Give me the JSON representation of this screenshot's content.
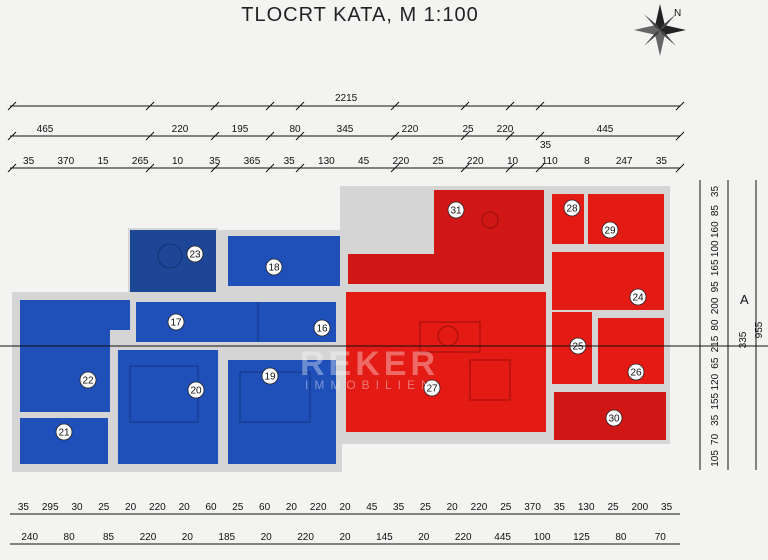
{
  "title": "TLOCRT KATA, M 1:100",
  "watermark": {
    "brand": "REKER",
    "sub": "IMMOBILIEN"
  },
  "compass_label": "N",
  "section_marker": "A",
  "top_dims": {
    "total": "2215",
    "row1": [
      "465",
      "220",
      "195",
      "80",
      "345",
      "220",
      "25",
      "220",
      "445"
    ],
    "row1_extra": "35",
    "row2": [
      "35",
      "370",
      "15",
      "265",
      "10",
      "35",
      "365",
      "35",
      "130",
      "45",
      "220",
      "25",
      "220",
      "10",
      "110",
      "8",
      "247",
      "35"
    ]
  },
  "bottom_dims": {
    "row1": [
      "35",
      "295",
      "30",
      "25",
      "20",
      "220",
      "20",
      "60",
      "25",
      "60",
      "20",
      "220",
      "20",
      "45",
      "35",
      "25",
      "20",
      "220",
      "25",
      "370",
      "35",
      "130",
      "25",
      "200",
      "35"
    ],
    "row2": [
      "240",
      "80",
      "85",
      "220",
      "20",
      "185",
      "20",
      "220",
      "20",
      "145",
      "20",
      "220",
      "445",
      "100",
      "125",
      "80",
      "70"
    ]
  },
  "right_dims": {
    "inner": [
      "35",
      "85",
      "160",
      "100",
      "165",
      "95",
      "200",
      "80",
      "215",
      "65",
      "120",
      "155",
      "35",
      "70",
      "105"
    ],
    "outer": [
      "955",
      "335"
    ]
  },
  "rooms": [
    {
      "id": "r23",
      "label": "23"
    },
    {
      "id": "r18",
      "label": "18"
    },
    {
      "id": "r17",
      "label": "17"
    },
    {
      "id": "r16",
      "label": "16"
    },
    {
      "id": "r22",
      "label": "22"
    },
    {
      "id": "r20",
      "label": "20"
    },
    {
      "id": "r19",
      "label": "19"
    },
    {
      "id": "r21",
      "label": "21"
    },
    {
      "id": "r31",
      "label": "31"
    },
    {
      "id": "r27",
      "label": "27"
    },
    {
      "id": "r28",
      "label": "28"
    },
    {
      "id": "r29",
      "label": "29"
    },
    {
      "id": "r24",
      "label": "24"
    },
    {
      "id": "r25",
      "label": "25"
    },
    {
      "id": "r26",
      "label": "26"
    },
    {
      "id": "r30",
      "label": "30"
    }
  ],
  "colors": {
    "blue": "#1f4fb8",
    "blue_dark": "#16408f",
    "red": "#e01515",
    "red_dark": "#b50f0f",
    "wall": "#d8d8d8"
  }
}
